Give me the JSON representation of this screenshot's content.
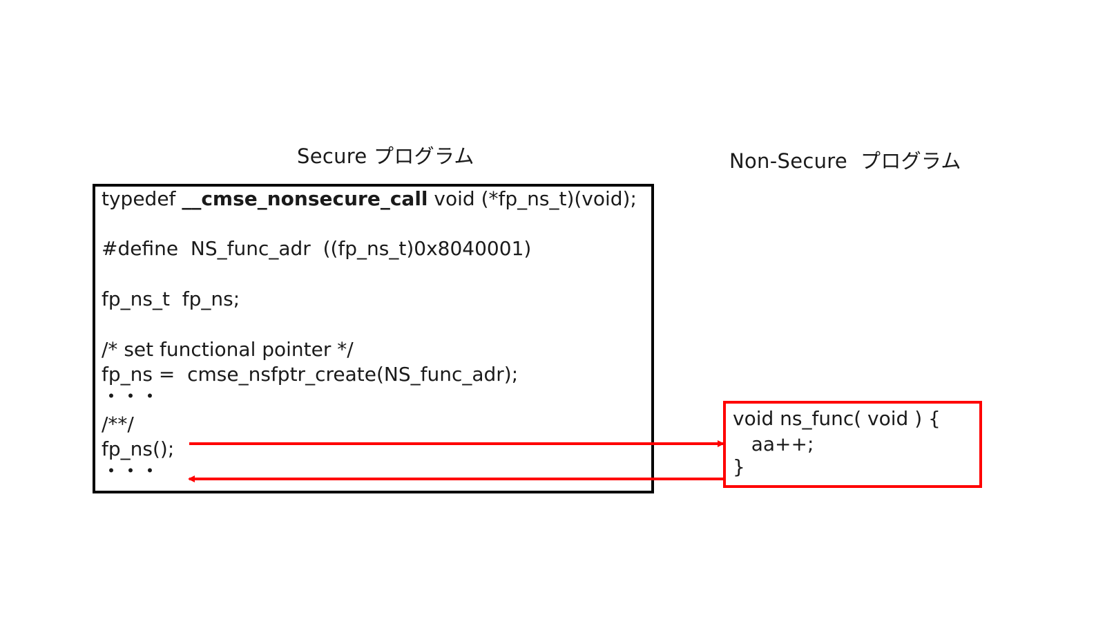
{
  "headings": {
    "secure": "Secure プログラム",
    "nonsecure": "Non-Secure  プログラム"
  },
  "secure_code": {
    "line1_pre": "typedef ",
    "line1_bold": "__cmse_nonsecure_call",
    "line1_post": " void (*fp_ns_t)(void);",
    "line2": "#define  NS_func_adr  ((fp_ns_t)0x8040001)",
    "line3": "fp_ns_t  fp_ns;",
    "line4": "/* set functional pointer */",
    "line5": "fp_ns =  cmse_nsfptr_create(NS_func_adr);",
    "dots1": "・・・",
    "line6": "/**/",
    "line7": "fp_ns();",
    "dots2": "・・・"
  },
  "nonsecure_code": {
    "line1": "void ns_func( void ) {",
    "line2": "   aa++;",
    "line3": "}"
  },
  "colors": {
    "secure_border": "#000000",
    "nonsecure_border": "#ff0000",
    "arrow": "#ff0000"
  }
}
